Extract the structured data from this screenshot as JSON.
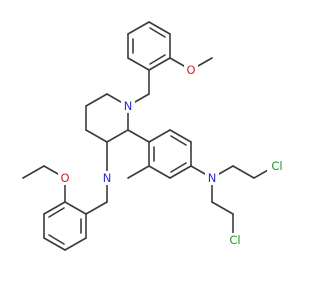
{
  "molecule": {
    "atoms": {
      "n_top": {
        "symbol": "N",
        "color": "#2b2bd6"
      },
      "n_bottom": {
        "symbol": "N",
        "color": "#2b2bd6"
      },
      "n_aniline": {
        "symbol": "N",
        "color": "#2b2bd6"
      },
      "o_top": {
        "symbol": "O",
        "color": "#d42020"
      },
      "o_left": {
        "symbol": "O",
        "color": "#d42020"
      },
      "cl_top": {
        "symbol": "Cl",
        "color": "#1e9a1e"
      },
      "cl_bottom": {
        "symbol": "Cl",
        "color": "#1e9a1e"
      }
    },
    "bond_color": "#3a3a3a"
  }
}
